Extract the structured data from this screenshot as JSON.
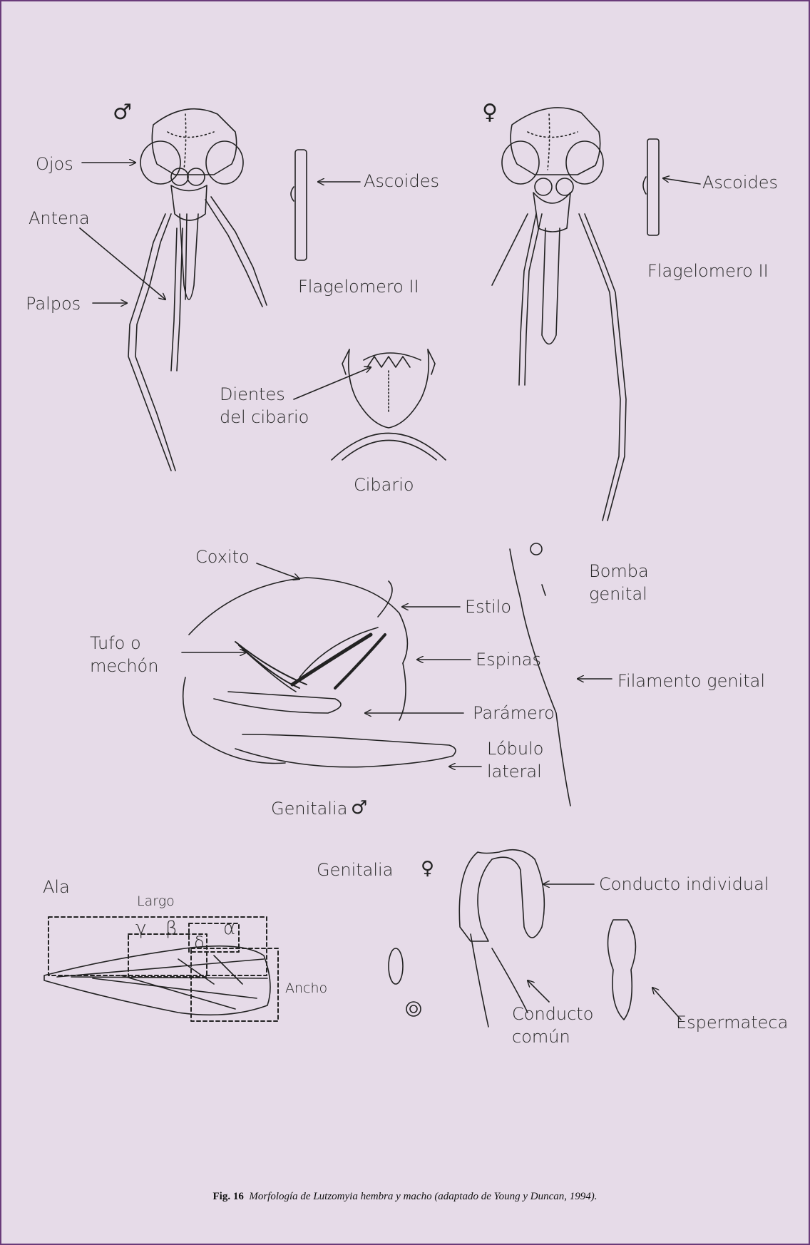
{
  "labels": {
    "ojos": "Ojos",
    "antena": "Antena",
    "palpos": "Palpos",
    "ascoides_m": "Ascoides",
    "flagelomero_m": "Flagelomero II",
    "ascoides_f": "Ascoides",
    "flagelomero_f": "Flagelomero II",
    "dientes_line1": "Dientes",
    "dientes_line2": "del cibario",
    "cibario": "Cibario",
    "coxito": "Coxito",
    "estilo": "Estilo",
    "tufo_line1": "Tufo o",
    "tufo_line2": "mechón",
    "espinas": "Espinas",
    "paramero": "Parámero",
    "lobulo_line1": "Lóbulo",
    "lobulo_line2": "lateral",
    "genitalia_m": "Genitalia",
    "bomba_line1": "Bomba",
    "bomba_line2": "genital",
    "filamento": "Filamento genital",
    "ala": "Ala",
    "largo": "Largo",
    "ancho": "Ancho",
    "greek_gamma": "γ",
    "greek_beta": "β",
    "greek_alpha": "α",
    "greek_delta": "δ",
    "genitalia_f": "Genitalia",
    "conducto_individual": "Conducto individual",
    "conducto_comun_line1": "Conducto",
    "conducto_comun_line2": "común",
    "espermateca": "Espermateca"
  },
  "symbols": {
    "male": "♂",
    "female": "♀"
  },
  "caption": {
    "fig": "Fig. 16",
    "text": "Morfología de Lutzomyia hembra y macho (adaptado de Young y Duncan, 1994)."
  },
  "colors": {
    "background": "#e6dbe8",
    "border": "#6a3b7a",
    "ink": "#222222"
  }
}
